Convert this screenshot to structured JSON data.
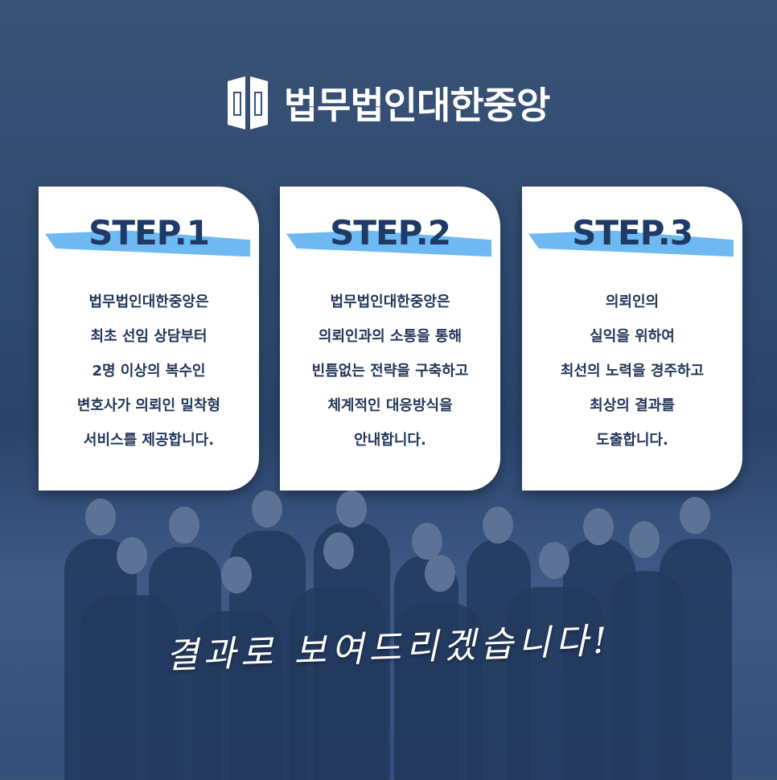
{
  "brand": {
    "name": "법무법인대한중앙"
  },
  "steps": [
    {
      "title": "STEP.1",
      "lines": [
        "법무법인대한중앙은",
        "최초 선임 상담부터",
        "2명 이상의 복수인",
        "변호사가 의뢰인 밀착형",
        "서비스를 제공합니다."
      ]
    },
    {
      "title": "STEP.2",
      "lines": [
        "법무법인대한중앙은",
        "의뢰인과의 소통을 통해",
        "빈틈없는 전략을 구축하고",
        "체계적인 대응방식을",
        "안내합니다."
      ]
    },
    {
      "title": "STEP.3",
      "lines": [
        "의뢰인의",
        "실익을 위하여",
        "최선의 노력을 경주하고",
        "최상의 결과를",
        "도출합니다."
      ]
    }
  ],
  "slogan": "결과로 보여드리겠습니다!",
  "colors": {
    "navy": "#1e3a66",
    "accent": "#6fb9f2"
  }
}
